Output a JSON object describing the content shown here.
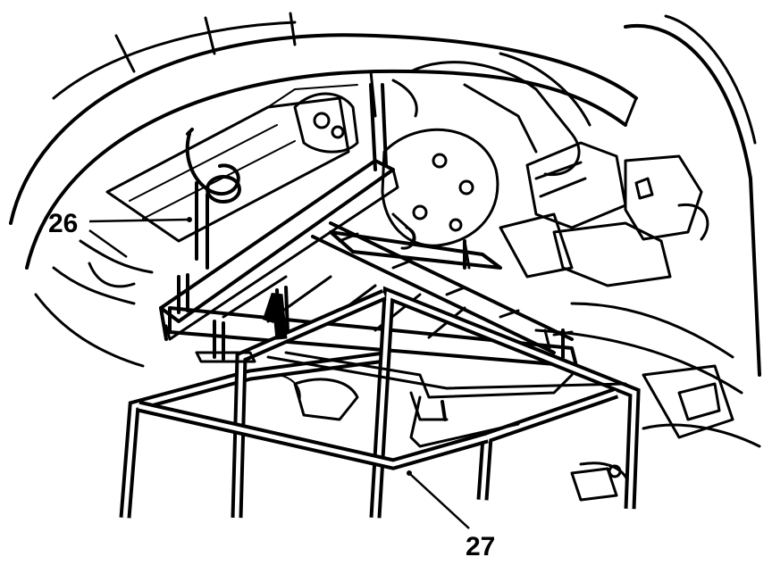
{
  "callouts": [
    {
      "id": "26",
      "label": "26"
    },
    {
      "id": "27",
      "label": "27"
    }
  ],
  "colors": {
    "ink": "#000000",
    "paper": "#ffffff"
  }
}
